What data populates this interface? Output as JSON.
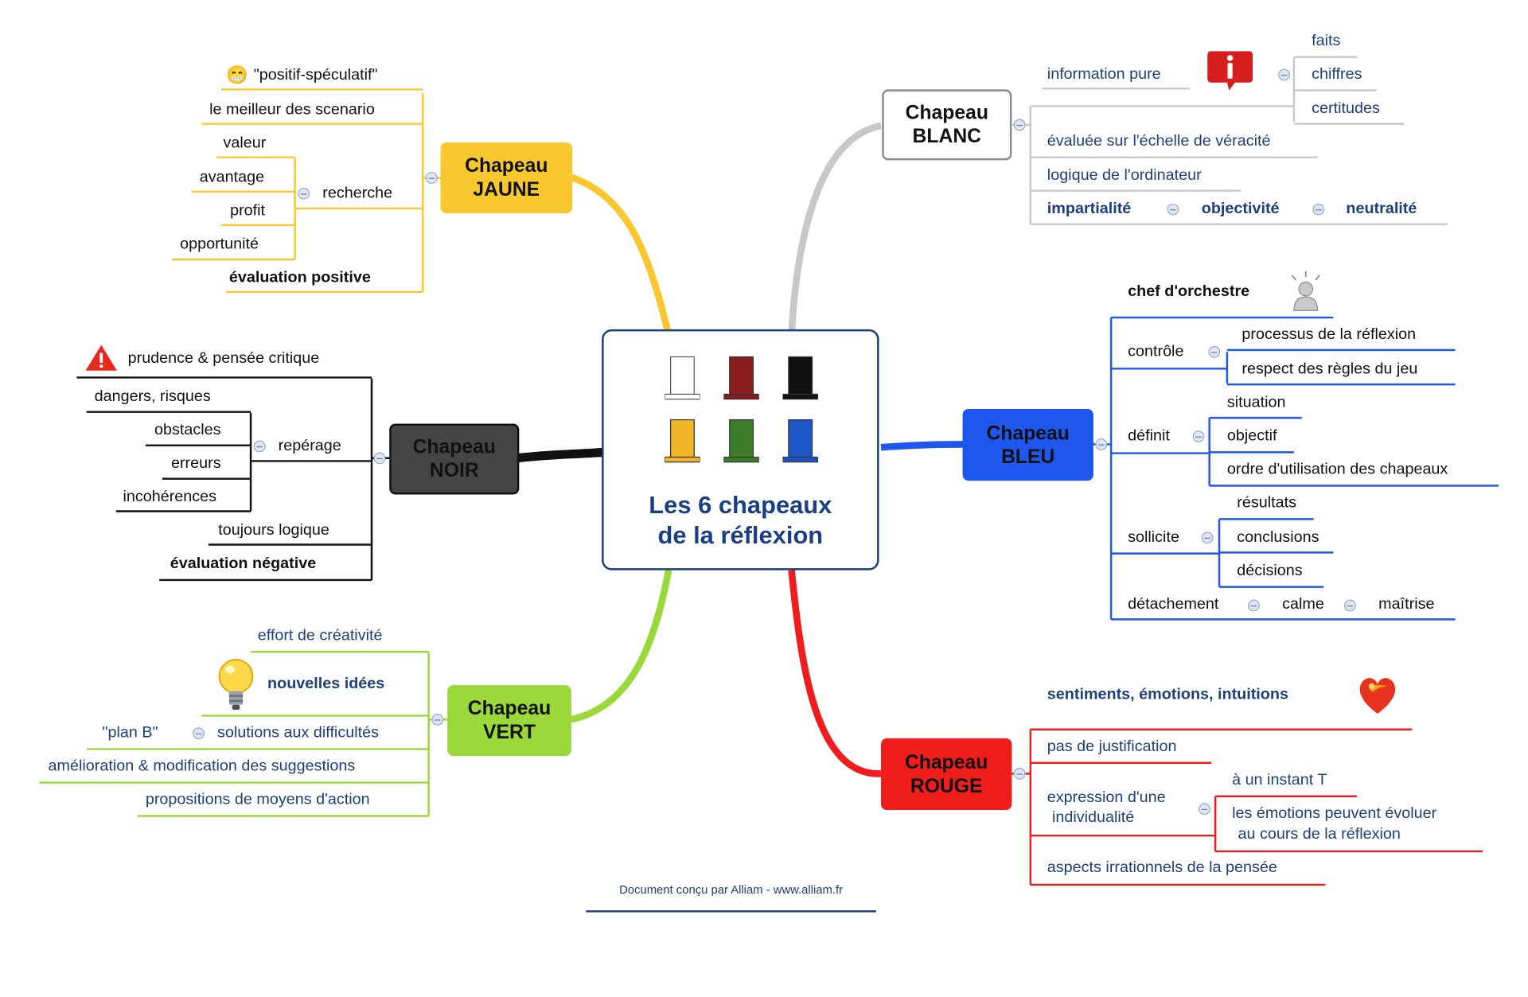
{
  "center": {
    "title_line1": "Les 6 chapeaux",
    "title_line2": "de la réflexion"
  },
  "hat_colors": [
    "#ffffff",
    "#8b1d1d",
    "#111111",
    "#f2b52a",
    "#3d7d2a",
    "#1f56c7"
  ],
  "jaune": {
    "title_line1": "Chapeau",
    "title_line2": "JAUNE",
    "color": "#f8c82e",
    "emoji": "😁",
    "items": [
      "\"positif-spéculatif\"",
      "le meilleur des scenario",
      "recherche",
      "évaluation positive"
    ],
    "sub": [
      "valeur",
      "avantage",
      "profit",
      "opportunité"
    ]
  },
  "noir": {
    "title_line1": "Chapeau",
    "title_line2": "NOIR",
    "color": "#454545",
    "warning_icon": "warning-icon",
    "items": [
      "prudence & pensée critique",
      "repérage",
      "toujours logique",
      "évaluation négative"
    ],
    "sub": [
      "dangers, risques",
      "obstacles",
      "erreurs",
      "incohérences"
    ]
  },
  "vert": {
    "title_line1": "Chapeau",
    "title_line2": "VERT",
    "color": "#9bd93a",
    "bulb_icon": "lightbulb-icon",
    "items": [
      "effort de créativité",
      "nouvelles idées",
      "solutions aux difficultés",
      "amélioration & modification des suggestions",
      "propositions de moyens d'action"
    ],
    "plan_b": "\"plan B\""
  },
  "blanc": {
    "title_line1": "Chapeau",
    "title_line2": "BLANC",
    "color": "#ffffff",
    "info_icon": "info-icon",
    "items": [
      "information pure",
      "évaluée sur l'échelle de véracité",
      "logique de l'ordinateur"
    ],
    "sub": [
      "faits",
      "chiffres",
      "certitudes"
    ],
    "chain": [
      "impartialité",
      "objectivité",
      "neutralité"
    ]
  },
  "bleu": {
    "title_line1": "Chapeau",
    "title_line2": "BLEU",
    "color": "#1f56ee",
    "person_icon": "conductor-icon",
    "chef": "chef d'orchestre",
    "controle": "contrôle",
    "controle_sub": [
      "processus de la réflexion",
      "respect des règles du jeu"
    ],
    "definit": "définit",
    "definit_sub": [
      "situation",
      "objectif",
      "ordre d'utilisation des chapeaux"
    ],
    "sollicite": "sollicite",
    "sollicite_sub": [
      "résultats",
      "conclusions",
      "décisions"
    ],
    "chain": [
      "détachement",
      "calme",
      "maîtrise"
    ]
  },
  "rouge": {
    "title_line1": "Chapeau",
    "title_line2": "ROUGE",
    "color": "#f01d1d",
    "heart_icon": "heart-icon",
    "header": "sentiments, émotions, intuitions",
    "items": [
      "pas de justification",
      "expression d'une",
      "individualité",
      "aspects irrationnels de la pensée"
    ],
    "sub": [
      "à un instant T",
      "les émotions peuvent évoluer",
      "au cours de la réflexion"
    ]
  },
  "footer": "Document conçu par Alliam - www.alliam.fr"
}
